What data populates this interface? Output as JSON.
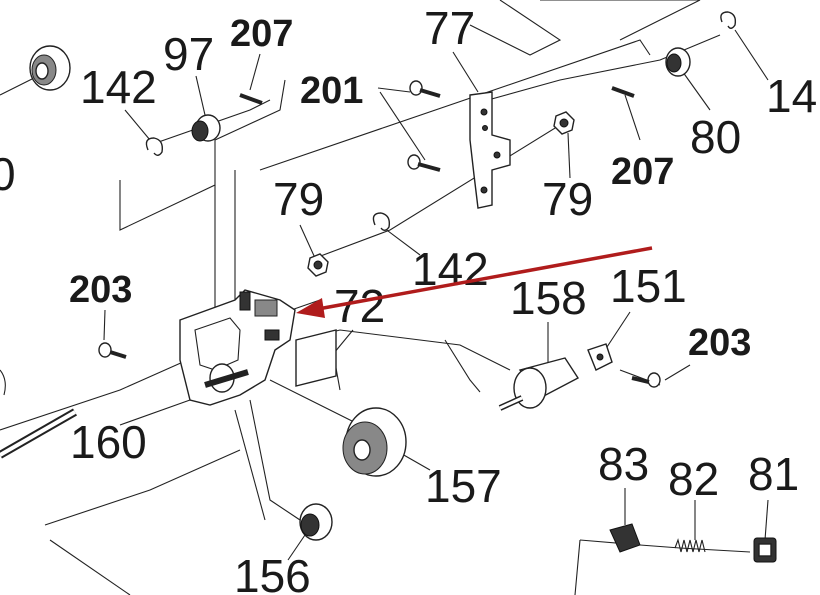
{
  "arrow_color": "#b01c1c",
  "labels": [
    {
      "id": "l97",
      "text": "97",
      "weight": "normal"
    },
    {
      "id": "l207a",
      "text": "207",
      "weight": "bold"
    },
    {
      "id": "l142a",
      "text": "142",
      "weight": "normal"
    },
    {
      "id": "l77",
      "text": "77",
      "weight": "normal"
    },
    {
      "id": "l201",
      "text": "201",
      "weight": "bold"
    },
    {
      "id": "l14",
      "text": "14",
      "weight": "normal"
    },
    {
      "id": "l80",
      "text": "80",
      "weight": "normal"
    },
    {
      "id": "l207b",
      "text": "207",
      "weight": "bold"
    },
    {
      "id": "l79a",
      "text": "79",
      "weight": "normal"
    },
    {
      "id": "l79b",
      "text": "79",
      "weight": "normal"
    },
    {
      "id": "l142b",
      "text": "142",
      "weight": "normal"
    },
    {
      "id": "l0",
      "text": "0",
      "weight": "normal"
    },
    {
      "id": "l203a",
      "text": "203",
      "weight": "bold"
    },
    {
      "id": "l72",
      "text": "72",
      "weight": "normal"
    },
    {
      "id": "l158",
      "text": "158",
      "weight": "normal"
    },
    {
      "id": "l151",
      "text": "151",
      "weight": "normal"
    },
    {
      "id": "l203b",
      "text": "203",
      "weight": "bold"
    },
    {
      "id": "l160",
      "text": "160",
      "weight": "normal"
    },
    {
      "id": "l157",
      "text": "157",
      "weight": "normal"
    },
    {
      "id": "l83",
      "text": "83",
      "weight": "normal"
    },
    {
      "id": "l82",
      "text": "82",
      "weight": "normal"
    },
    {
      "id": "l81",
      "text": "81",
      "weight": "normal"
    },
    {
      "id": "l156",
      "text": "156",
      "weight": "normal"
    }
  ]
}
